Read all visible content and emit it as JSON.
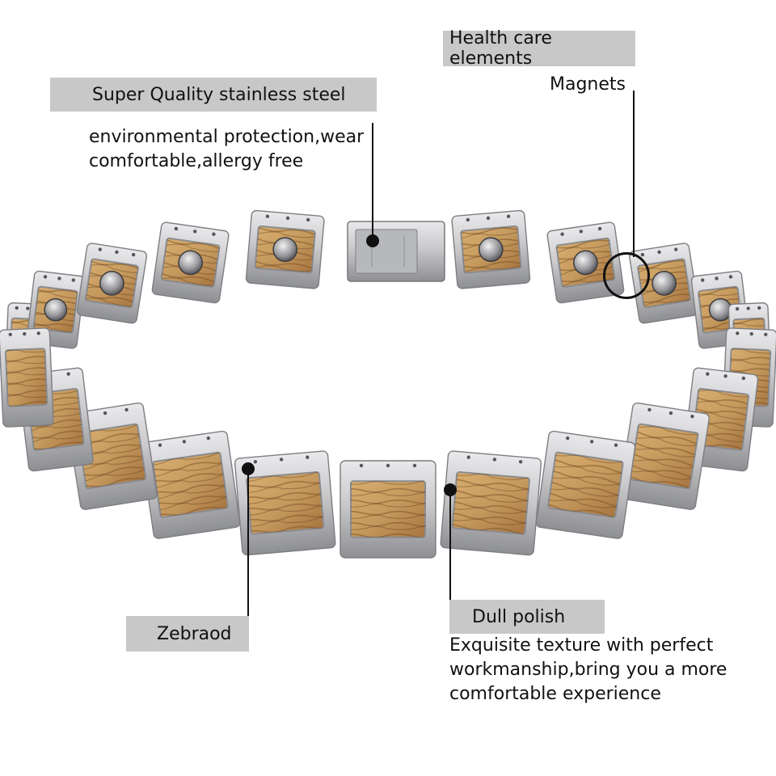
{
  "annotations": {
    "steel": {
      "title": "Super Quality stainless steel",
      "lines": [
        "environmental protection,wear",
        "comfortable,allergy free"
      ]
    },
    "health": {
      "title": "Health care elements",
      "lines": [
        "Magnets"
      ]
    },
    "wood": {
      "title": "Zebraod"
    },
    "polish": {
      "title": "Dull polish",
      "lines": [
        "Exquisite texture with perfect",
        "workmanship,bring you a more",
        "comfortable experience"
      ]
    }
  },
  "image": {
    "subject": "bracelet-photo",
    "colors": {
      "steel": "#c9c9cb",
      "steel_dark": "#8e8f93",
      "wood": "#c69a5e",
      "wood_dark": "#7a5128",
      "label_bg": "#c8c8c8"
    }
  }
}
